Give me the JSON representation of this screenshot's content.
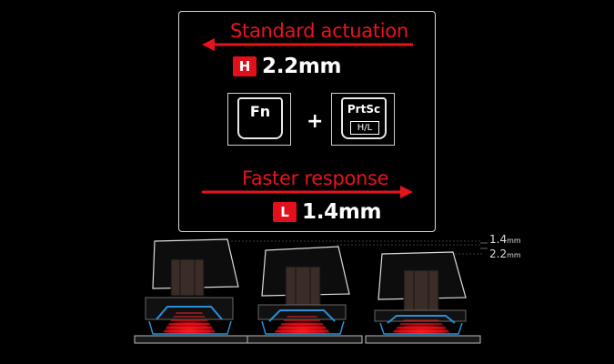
{
  "standard": {
    "heading": "Standard actuation",
    "badge": "H",
    "value": "2.2mm"
  },
  "keys": {
    "fn_label": "Fn",
    "plus": "+",
    "prtsc_label": "PrtSc",
    "hl_label": "H/L"
  },
  "faster": {
    "heading": "Faster response",
    "badge": "L",
    "value": "1.4mm"
  },
  "scale": {
    "upper_value": "1.4",
    "upper_unit": "mm",
    "lower_value": "2.2",
    "lower_unit": "mm"
  },
  "colors": {
    "accent_red": "#e8141d",
    "switch_blue": "#2a8fd6"
  }
}
